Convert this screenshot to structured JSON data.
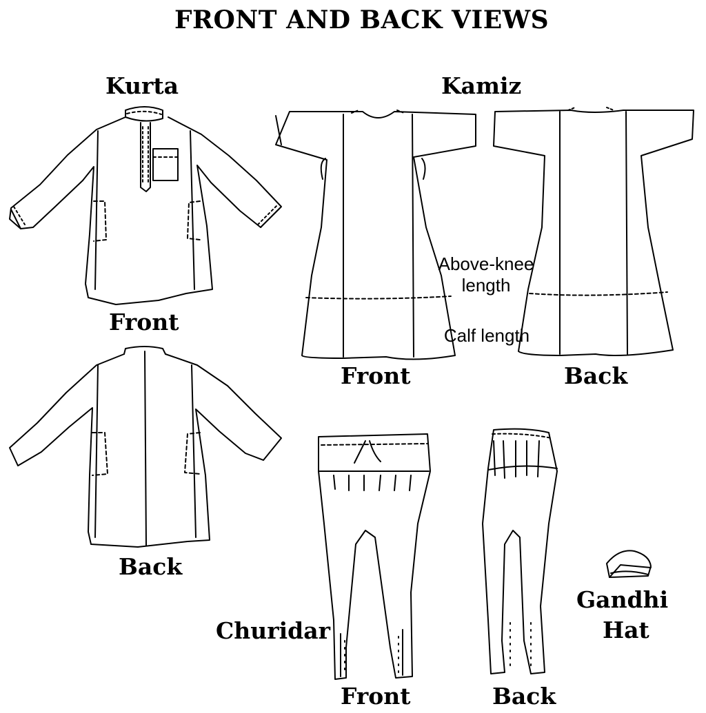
{
  "title": "FRONT AND BACK VIEWS",
  "kurta": {
    "label": "Kurta",
    "front": "Front",
    "back": "Back"
  },
  "kamiz": {
    "label": "Kamiz",
    "above_knee_1": "Above-knee",
    "above_knee_2": "length",
    "calf": "Calf length",
    "front": "Front",
    "back": "Back"
  },
  "churidar": {
    "label": "Churidar",
    "front": "Front",
    "back": "Back"
  },
  "hat": {
    "line1": "Gandhi",
    "line2": "Hat"
  },
  "ink_color": "#000000"
}
